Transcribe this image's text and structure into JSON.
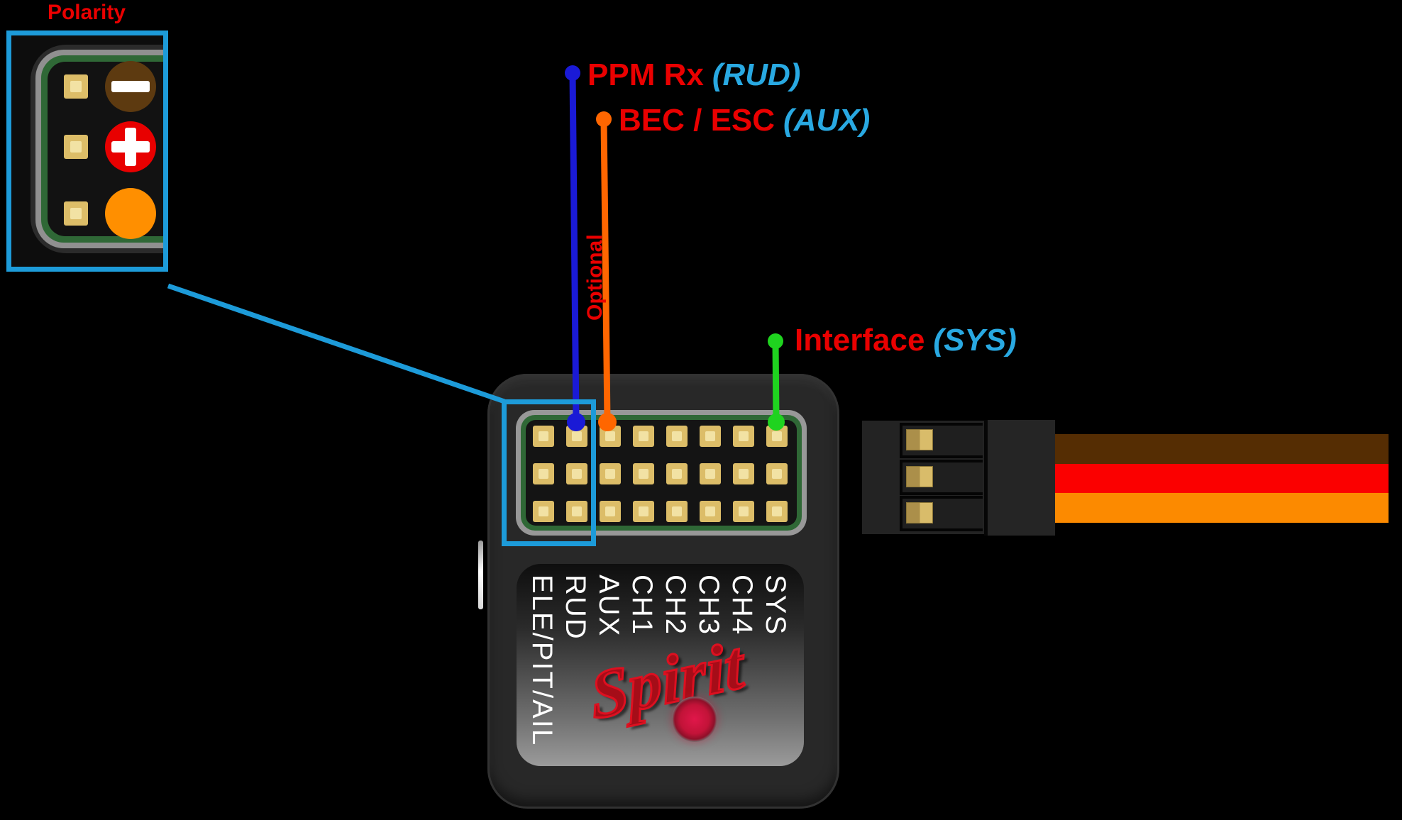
{
  "polarity": {
    "title": "Polarity",
    "pins": [
      "negative",
      "positive",
      "signal"
    ],
    "pin_colors": {
      "negative": "#5d3a10",
      "positive": "#e80000",
      "signal": "#ff8f00"
    }
  },
  "callouts": [
    {
      "label": "PPM Rx",
      "pin": "(RUD)",
      "color": "#1a1ad6"
    },
    {
      "label": "BEC / ESC",
      "pin": "(AUX)",
      "color": "#ff6600"
    },
    {
      "label": "Interface",
      "pin": "(SYS)",
      "color": "#1fd31f"
    }
  ],
  "optional_note": "Optional",
  "device": {
    "brand": "Spirit",
    "channels": [
      "ELE/PIT/AIL",
      "RUD",
      "AUX",
      "CH1",
      "CH2",
      "CH3",
      "CH4",
      "SYS"
    ],
    "pin_grid": {
      "cols": 8,
      "rows": 3
    }
  },
  "servo_connector": {
    "contacts": 3,
    "wires": [
      {
        "name": "brown",
        "color": "#552d03"
      },
      {
        "name": "red",
        "color": "#fb0000"
      },
      {
        "name": "orange",
        "color": "#fc8a00"
      }
    ]
  },
  "colors": {
    "label_red": "#ea0000",
    "label_cyan": "#29a9e2",
    "highlight_cyan": "#1d9bd9",
    "pcb_green": "#2f6836",
    "pin_gold": "#dcbd68"
  }
}
